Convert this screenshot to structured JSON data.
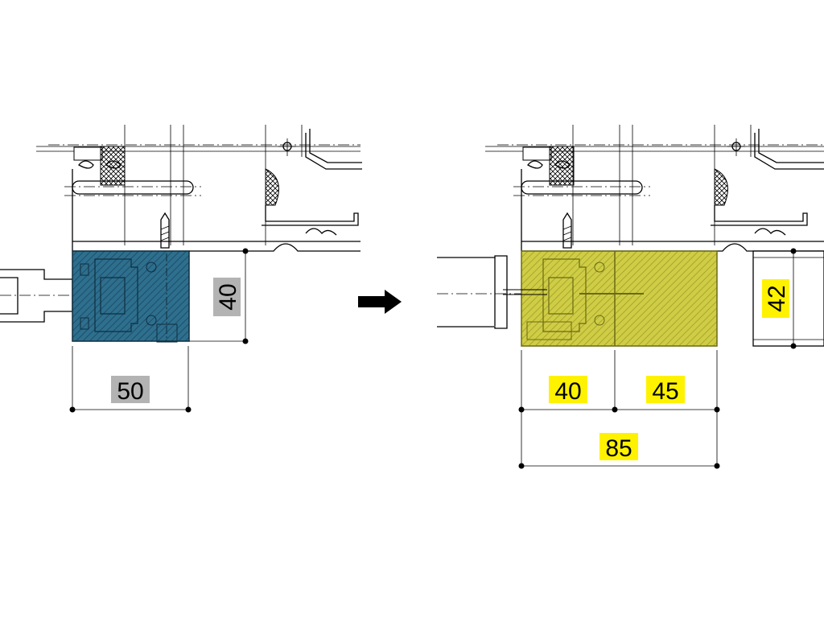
{
  "colors": {
    "before_profile": "#2e6f8e",
    "after_profile": "#c8c63a",
    "label_grey": "#b3b3b3",
    "label_yellow": "#fff200",
    "line": "#000000"
  },
  "arrow": {
    "icon": "right-arrow-icon"
  },
  "before": {
    "width_label": "50",
    "height_label": "40"
  },
  "after": {
    "width_left_label": "40",
    "width_right_label": "45",
    "total_width_label": "85",
    "height_label": "42"
  }
}
